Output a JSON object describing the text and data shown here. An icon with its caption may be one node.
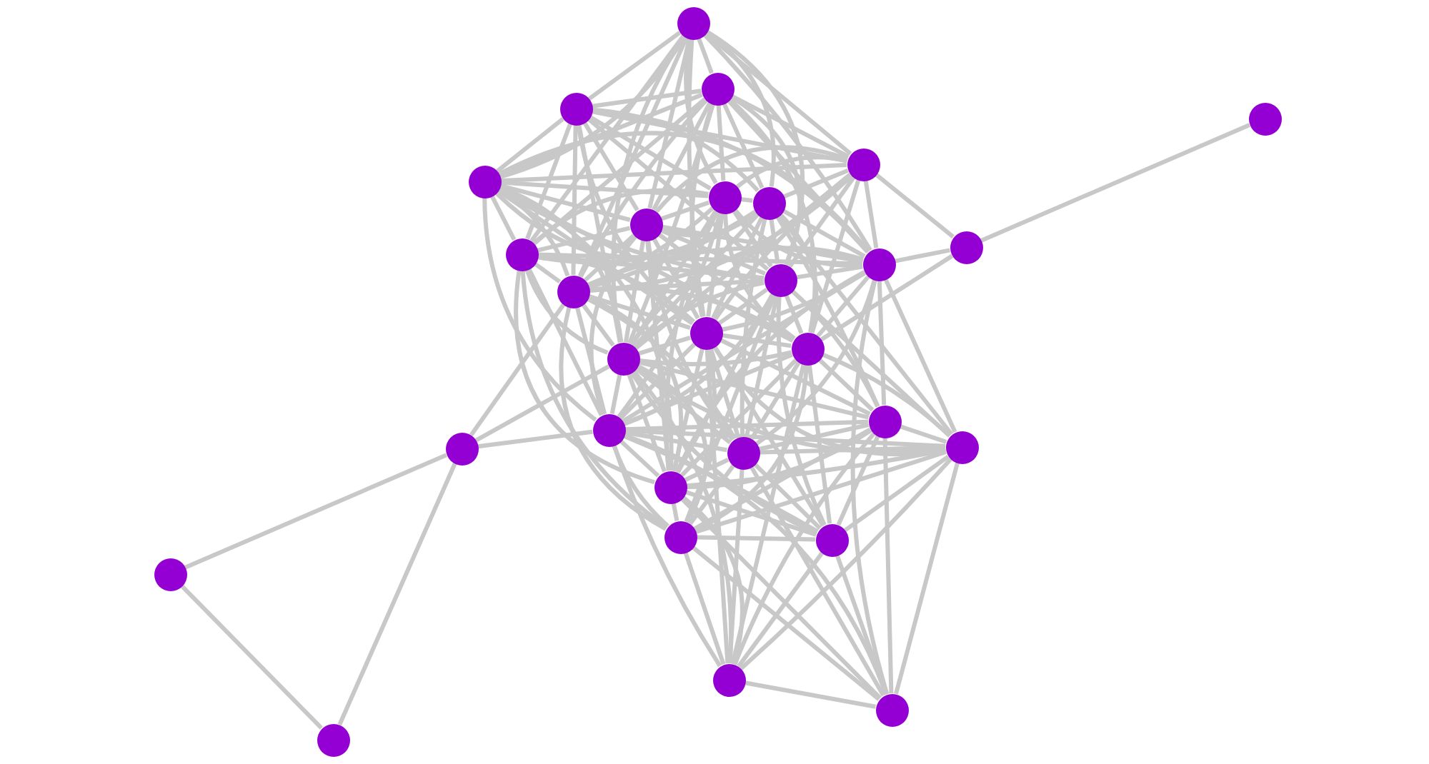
{
  "diagram": {
    "nodes": [
      {
        "text": [],
        "shape": "circle"
      },
      {
        "text": [],
        "shape": "circle"
      },
      {
        "text": [],
        "shape": "circle"
      },
      {
        "text": [],
        "shape": "circle"
      },
      {
        "text": [],
        "shape": "circle"
      },
      {
        "text": [],
        "shape": "circle"
      },
      {
        "text": [],
        "shape": "circle"
      },
      {
        "text": [],
        "shape": "circle"
      },
      {
        "text": [],
        "shape": "circle"
      },
      {
        "text": [],
        "shape": "circle"
      },
      {
        "text": [],
        "shape": "circle"
      },
      {
        "text": [],
        "shape": "circle"
      },
      {
        "text": [],
        "shape": "circle"
      },
      {
        "text": [],
        "shape": "circle"
      },
      {
        "text": [],
        "shape": "circle"
      },
      {
        "text": [],
        "shape": "circle"
      },
      {
        "text": [],
        "shape": "circle"
      },
      {
        "text": [],
        "shape": "circle"
      },
      {
        "text": [],
        "shape": "circle"
      },
      {
        "text": [],
        "shape": "circle"
      },
      {
        "text": [],
        "shape": "circle"
      },
      {
        "text": [],
        "shape": "circle"
      },
      {
        "text": [],
        "shape": "circle"
      },
      {
        "text": [],
        "shape": "circle"
      },
      {
        "text": [],
        "shape": "circle"
      },
      {
        "text": [],
        "shape": "circle"
      },
      {
        "text": [],
        "shape": "circle"
      },
      {
        "text": [],
        "shape": "circle"
      },
      {
        "text": [],
        "shape": "circle"
      }
    ],
    "edges": [
      {
        "from": 0,
        "to": 1,
        "arrow": "none"
      },
      {
        "from": 0,
        "to": 2,
        "arrow": "none"
      },
      {
        "from": 0,
        "to": 4,
        "arrow": "none"
      },
      {
        "from": 0,
        "to": 5,
        "arrow": "none"
      },
      {
        "from": 0,
        "to": 6,
        "arrow": "none"
      },
      {
        "from": 0,
        "to": 7,
        "arrow": "none"
      },
      {
        "from": 0,
        "to": 8,
        "arrow": "none"
      },
      {
        "from": 0,
        "to": 10,
        "arrow": "none"
      },
      {
        "from": 0,
        "to": 11,
        "arrow": "none"
      },
      {
        "from": 0,
        "to": 12,
        "arrow": "none"
      },
      {
        "from": 0,
        "to": 13,
        "arrow": "none"
      },
      {
        "from": 0,
        "to": 14,
        "arrow": "none"
      },
      {
        "from": 0,
        "to": 16,
        "arrow": "none"
      },
      {
        "from": 1,
        "to": 2,
        "arrow": "none"
      },
      {
        "from": 1,
        "to": 4,
        "arrow": "none"
      },
      {
        "from": 1,
        "to": 5,
        "arrow": "none"
      },
      {
        "from": 1,
        "to": 6,
        "arrow": "none"
      },
      {
        "from": 1,
        "to": 7,
        "arrow": "none"
      },
      {
        "from": 1,
        "to": 8,
        "arrow": "none"
      },
      {
        "from": 1,
        "to": 10,
        "arrow": "none"
      },
      {
        "from": 1,
        "to": 11,
        "arrow": "none"
      },
      {
        "from": 1,
        "to": 12,
        "arrow": "none"
      },
      {
        "from": 1,
        "to": 13,
        "arrow": "none"
      },
      {
        "from": 1,
        "to": 14,
        "arrow": "none"
      },
      {
        "from": 1,
        "to": 15,
        "arrow": "none"
      },
      {
        "from": 1,
        "to": 16,
        "arrow": "none"
      },
      {
        "from": 2,
        "to": 4,
        "arrow": "none"
      },
      {
        "from": 2,
        "to": 5,
        "arrow": "none"
      },
      {
        "from": 2,
        "to": 6,
        "arrow": "none"
      },
      {
        "from": 2,
        "to": 7,
        "arrow": "none"
      },
      {
        "from": 2,
        "to": 8,
        "arrow": "none"
      },
      {
        "from": 2,
        "to": 10,
        "arrow": "none"
      },
      {
        "from": 2,
        "to": 11,
        "arrow": "none"
      },
      {
        "from": 2,
        "to": 12,
        "arrow": "none"
      },
      {
        "from": 2,
        "to": 13,
        "arrow": "none"
      },
      {
        "from": 2,
        "to": 14,
        "arrow": "none"
      },
      {
        "from": 2,
        "to": 16,
        "arrow": "none"
      },
      {
        "from": 3,
        "to": 9,
        "arrow": "none"
      },
      {
        "from": 4,
        "to": 5,
        "arrow": "none"
      },
      {
        "from": 4,
        "to": 6,
        "arrow": "none"
      },
      {
        "from": 4,
        "to": 7,
        "arrow": "none"
      },
      {
        "from": 4,
        "to": 8,
        "arrow": "none"
      },
      {
        "from": 4,
        "to": 9,
        "arrow": "none"
      },
      {
        "from": 4,
        "to": 11,
        "arrow": "none"
      },
      {
        "from": 4,
        "to": 12,
        "arrow": "none"
      },
      {
        "from": 4,
        "to": 13,
        "arrow": "none"
      },
      {
        "from": 4,
        "to": 14,
        "arrow": "none"
      },
      {
        "from": 4,
        "to": 15,
        "arrow": "none"
      },
      {
        "from": 4,
        "to": 16,
        "arrow": "none"
      },
      {
        "from": 5,
        "to": 6,
        "arrow": "none"
      },
      {
        "from": 5,
        "to": 7,
        "arrow": "none"
      },
      {
        "from": 5,
        "to": 8,
        "arrow": "none"
      },
      {
        "from": 5,
        "to": 10,
        "arrow": "none"
      },
      {
        "from": 5,
        "to": 11,
        "arrow": "none"
      },
      {
        "from": 5,
        "to": 12,
        "arrow": "none"
      },
      {
        "from": 5,
        "to": 13,
        "arrow": "none"
      },
      {
        "from": 5,
        "to": 14,
        "arrow": "none"
      },
      {
        "from": 5,
        "to": 15,
        "arrow": "none"
      },
      {
        "from": 5,
        "to": 16,
        "arrow": "none"
      },
      {
        "from": 5,
        "to": 20,
        "arrow": "none"
      },
      {
        "from": 5,
        "to": 22,
        "arrow": "none"
      },
      {
        "from": 6,
        "to": 7,
        "arrow": "none"
      },
      {
        "from": 6,
        "to": 8,
        "arrow": "none"
      },
      {
        "from": 6,
        "to": 10,
        "arrow": "none"
      },
      {
        "from": 6,
        "to": 11,
        "arrow": "none"
      },
      {
        "from": 6,
        "to": 12,
        "arrow": "none"
      },
      {
        "from": 6,
        "to": 13,
        "arrow": "none"
      },
      {
        "from": 6,
        "to": 14,
        "arrow": "none"
      },
      {
        "from": 6,
        "to": 15,
        "arrow": "none"
      },
      {
        "from": 6,
        "to": 16,
        "arrow": "none"
      },
      {
        "from": 6,
        "to": 20,
        "arrow": "none"
      },
      {
        "from": 6,
        "to": 22,
        "arrow": "none"
      },
      {
        "from": 7,
        "to": 8,
        "arrow": "none"
      },
      {
        "from": 7,
        "to": 10,
        "arrow": "none"
      },
      {
        "from": 7,
        "to": 11,
        "arrow": "none"
      },
      {
        "from": 7,
        "to": 12,
        "arrow": "none"
      },
      {
        "from": 7,
        "to": 13,
        "arrow": "none"
      },
      {
        "from": 7,
        "to": 14,
        "arrow": "none"
      },
      {
        "from": 7,
        "to": 15,
        "arrow": "none"
      },
      {
        "from": 7,
        "to": 16,
        "arrow": "none"
      },
      {
        "from": 7,
        "to": 17,
        "arrow": "none"
      },
      {
        "from": 7,
        "to": 18,
        "arrow": "none"
      },
      {
        "from": 7,
        "to": 21,
        "arrow": "none"
      },
      {
        "from": 8,
        "to": 10,
        "arrow": "none"
      },
      {
        "from": 8,
        "to": 11,
        "arrow": "none"
      },
      {
        "from": 8,
        "to": 12,
        "arrow": "none"
      },
      {
        "from": 8,
        "to": 13,
        "arrow": "none"
      },
      {
        "from": 8,
        "to": 14,
        "arrow": "none"
      },
      {
        "from": 8,
        "to": 15,
        "arrow": "none"
      },
      {
        "from": 8,
        "to": 16,
        "arrow": "none"
      },
      {
        "from": 8,
        "to": 20,
        "arrow": "none"
      },
      {
        "from": 8,
        "to": 21,
        "arrow": "none"
      },
      {
        "from": 8,
        "to": 22,
        "arrow": "none"
      },
      {
        "from": 9,
        "to": 11,
        "arrow": "none"
      },
      {
        "from": 9,
        "to": 15,
        "arrow": "none"
      },
      {
        "from": 10,
        "to": 11,
        "arrow": "none"
      },
      {
        "from": 10,
        "to": 12,
        "arrow": "none"
      },
      {
        "from": 10,
        "to": 13,
        "arrow": "none"
      },
      {
        "from": 10,
        "to": 14,
        "arrow": "none"
      },
      {
        "from": 10,
        "to": 16,
        "arrow": "none"
      },
      {
        "from": 10,
        "to": 20,
        "arrow": "none"
      },
      {
        "from": 10,
        "to": 22,
        "arrow": "none"
      },
      {
        "from": 10,
        "to": 23,
        "arrow": "none"
      },
      {
        "from": 11,
        "to": 12,
        "arrow": "none"
      },
      {
        "from": 11,
        "to": 13,
        "arrow": "none"
      },
      {
        "from": 11,
        "to": 14,
        "arrow": "none"
      },
      {
        "from": 11,
        "to": 15,
        "arrow": "none"
      },
      {
        "from": 11,
        "to": 16,
        "arrow": "none"
      },
      {
        "from": 11,
        "to": 17,
        "arrow": "none"
      },
      {
        "from": 11,
        "to": 18,
        "arrow": "none"
      },
      {
        "from": 11,
        "to": 20,
        "arrow": "none"
      },
      {
        "from": 11,
        "to": 21,
        "arrow": "none"
      },
      {
        "from": 11,
        "to": 22,
        "arrow": "none"
      },
      {
        "from": 11,
        "to": 27,
        "arrow": "none"
      },
      {
        "from": 12,
        "to": 13,
        "arrow": "none"
      },
      {
        "from": 12,
        "to": 14,
        "arrow": "none"
      },
      {
        "from": 12,
        "to": 15,
        "arrow": "none"
      },
      {
        "from": 12,
        "to": 16,
        "arrow": "none"
      },
      {
        "from": 12,
        "to": 17,
        "arrow": "none"
      },
      {
        "from": 12,
        "to": 18,
        "arrow": "none"
      },
      {
        "from": 12,
        "to": 20,
        "arrow": "none"
      },
      {
        "from": 12,
        "to": 21,
        "arrow": "none"
      },
      {
        "from": 12,
        "to": 22,
        "arrow": "none"
      },
      {
        "from": 12,
        "to": 23,
        "arrow": "none"
      },
      {
        "from": 12,
        "to": 24,
        "arrow": "none"
      },
      {
        "from": 13,
        "to": 14,
        "arrow": "none"
      },
      {
        "from": 13,
        "to": 15,
        "arrow": "none"
      },
      {
        "from": 13,
        "to": 16,
        "arrow": "none"
      },
      {
        "from": 13,
        "to": 19,
        "arrow": "none"
      },
      {
        "from": 13,
        "to": 20,
        "arrow": "none"
      },
      {
        "from": 13,
        "to": 21,
        "arrow": "none"
      },
      {
        "from": 13,
        "to": 22,
        "arrow": "none"
      },
      {
        "from": 13,
        "to": 23,
        "arrow": "none"
      },
      {
        "from": 14,
        "to": 15,
        "arrow": "none"
      },
      {
        "from": 14,
        "to": 16,
        "arrow": "none"
      },
      {
        "from": 14,
        "to": 17,
        "arrow": "none"
      },
      {
        "from": 14,
        "to": 18,
        "arrow": "none"
      },
      {
        "from": 14,
        "to": 20,
        "arrow": "none"
      },
      {
        "from": 14,
        "to": 21,
        "arrow": "none"
      },
      {
        "from": 14,
        "to": 22,
        "arrow": "none"
      },
      {
        "from": 14,
        "to": 23,
        "arrow": "none"
      },
      {
        "from": 14,
        "to": 24,
        "arrow": "none"
      },
      {
        "from": 14,
        "to": 26,
        "arrow": "none"
      },
      {
        "from": 15,
        "to": 16,
        "arrow": "none"
      },
      {
        "from": 15,
        "to": 17,
        "arrow": "none"
      },
      {
        "from": 15,
        "to": 18,
        "arrow": "none"
      },
      {
        "from": 15,
        "to": 20,
        "arrow": "none"
      },
      {
        "from": 15,
        "to": 21,
        "arrow": "none"
      },
      {
        "from": 15,
        "to": 22,
        "arrow": "none"
      },
      {
        "from": 15,
        "to": 23,
        "arrow": "none"
      },
      {
        "from": 15,
        "to": 24,
        "arrow": "none"
      },
      {
        "from": 15,
        "to": 26,
        "arrow": "none"
      },
      {
        "from": 16,
        "to": 17,
        "arrow": "none"
      },
      {
        "from": 16,
        "to": 18,
        "arrow": "none"
      },
      {
        "from": 16,
        "to": 19,
        "arrow": "none"
      },
      {
        "from": 16,
        "to": 20,
        "arrow": "none"
      },
      {
        "from": 16,
        "to": 21,
        "arrow": "none"
      },
      {
        "from": 16,
        "to": 22,
        "arrow": "none"
      },
      {
        "from": 16,
        "to": 23,
        "arrow": "none"
      },
      {
        "from": 16,
        "to": 24,
        "arrow": "none"
      },
      {
        "from": 16,
        "to": 26,
        "arrow": "none"
      },
      {
        "from": 17,
        "to": 18,
        "arrow": "none"
      },
      {
        "from": 17,
        "to": 20,
        "arrow": "none"
      },
      {
        "from": 17,
        "to": 21,
        "arrow": "none"
      },
      {
        "from": 17,
        "to": 22,
        "arrow": "none"
      },
      {
        "from": 17,
        "to": 23,
        "arrow": "none"
      },
      {
        "from": 17,
        "to": 24,
        "arrow": "none"
      },
      {
        "from": 17,
        "to": 26,
        "arrow": "none"
      },
      {
        "from": 17,
        "to": 27,
        "arrow": "none"
      },
      {
        "from": 18,
        "to": 20,
        "arrow": "none"
      },
      {
        "from": 18,
        "to": 21,
        "arrow": "none"
      },
      {
        "from": 18,
        "to": 22,
        "arrow": "none"
      },
      {
        "from": 18,
        "to": 23,
        "arrow": "none"
      },
      {
        "from": 18,
        "to": 24,
        "arrow": "none"
      },
      {
        "from": 18,
        "to": 26,
        "arrow": "none"
      },
      {
        "from": 18,
        "to": 27,
        "arrow": "none"
      },
      {
        "from": 19,
        "to": 20,
        "arrow": "none"
      },
      {
        "from": 19,
        "to": 25,
        "arrow": "none"
      },
      {
        "from": 19,
        "to": 28,
        "arrow": "none"
      },
      {
        "from": 20,
        "to": 21,
        "arrow": "none"
      },
      {
        "from": 20,
        "to": 22,
        "arrow": "none"
      },
      {
        "from": 20,
        "to": 23,
        "arrow": "none"
      },
      {
        "from": 20,
        "to": 24,
        "arrow": "none"
      },
      {
        "from": 20,
        "to": 26,
        "arrow": "none"
      },
      {
        "from": 20,
        "to": 27,
        "arrow": "none"
      },
      {
        "from": 21,
        "to": 22,
        "arrow": "none"
      },
      {
        "from": 21,
        "to": 23,
        "arrow": "none"
      },
      {
        "from": 21,
        "to": 24,
        "arrow": "none"
      },
      {
        "from": 21,
        "to": 26,
        "arrow": "none"
      },
      {
        "from": 21,
        "to": 27,
        "arrow": "none"
      },
      {
        "from": 22,
        "to": 23,
        "arrow": "none"
      },
      {
        "from": 22,
        "to": 24,
        "arrow": "none"
      },
      {
        "from": 22,
        "to": 26,
        "arrow": "none"
      },
      {
        "from": 22,
        "to": 27,
        "arrow": "none"
      },
      {
        "from": 23,
        "to": 24,
        "arrow": "none"
      },
      {
        "from": 23,
        "to": 26,
        "arrow": "none"
      },
      {
        "from": 23,
        "to": 27,
        "arrow": "none"
      },
      {
        "from": 24,
        "to": 26,
        "arrow": "none"
      },
      {
        "from": 24,
        "to": 27,
        "arrow": "none"
      },
      {
        "from": 25,
        "to": 28,
        "arrow": "none"
      },
      {
        "from": 26,
        "to": 27,
        "arrow": "none"
      }
    ]
  }
}
